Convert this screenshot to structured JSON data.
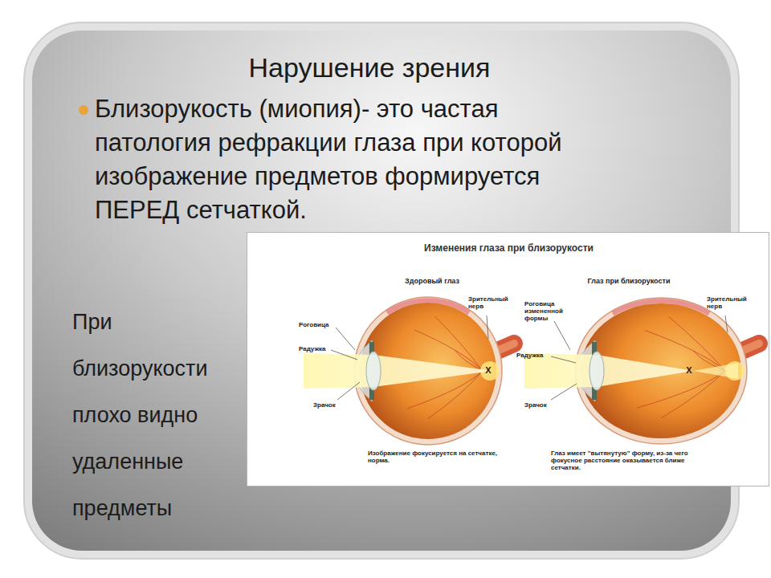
{
  "diagram": {
    "title": "Нарушение зрения",
    "nodes": [
      {
        "text": [
          "Изменения глаза при близорукости"
        ]
      }
    ],
    "labels": [
      "Близорукость (миопия)- это частая патология рефракции глаза при которой изображение предметов формируется ПЕРЕД сетчаткой.",
      "При близорукости плохо видно удаленные предметы",
      "Здоровый глаз",
      "Глаз при близорукости",
      "Роговица",
      "Радужка",
      "Зрачок",
      "Зрительный нерв",
      "X",
      "Изображение фокусируется на сетчатке, норма.",
      "Роговица измененной формы",
      "Радужка",
      "Зрачок",
      "Зрительный нерв",
      "X",
      "Глаз имеет \"вытянутую\" форму, из-за чего фокусное расстояние оказывается ближе сетчатки."
    ]
  }
}
